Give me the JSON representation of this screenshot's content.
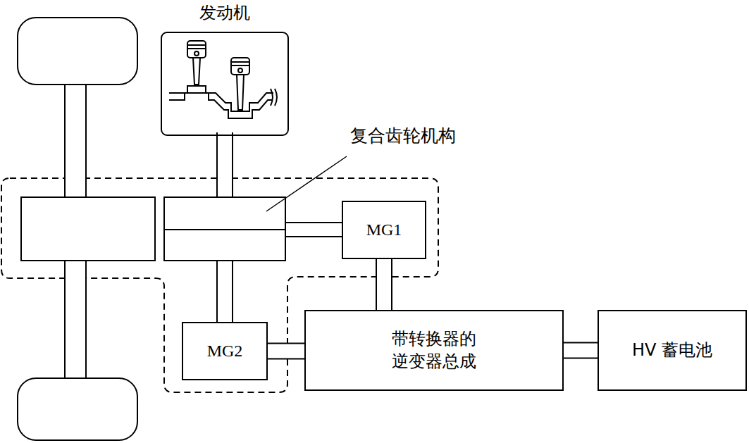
{
  "diagram": {
    "nodes": [
      {
        "text": [
          "发动机"
        ]
      },
      {
        "text": [
          "MG1"
        ]
      },
      {
        "text": [
          "MG2"
        ]
      },
      {
        "text": [
          "带转换器的 逆变器总成"
        ]
      },
      {
        "text": [
          "HV 蓄电池"
        ]
      }
    ],
    "edges": [
      {
        "from": 1,
        "to": 3,
        "arrow": "none"
      },
      {
        "from": 2,
        "to": 3,
        "arrow": "none"
      },
      {
        "from": 3,
        "to": 4,
        "arrow": "none"
      }
    ],
    "labels": [
      "复合齿轮机构"
    ]
  }
}
